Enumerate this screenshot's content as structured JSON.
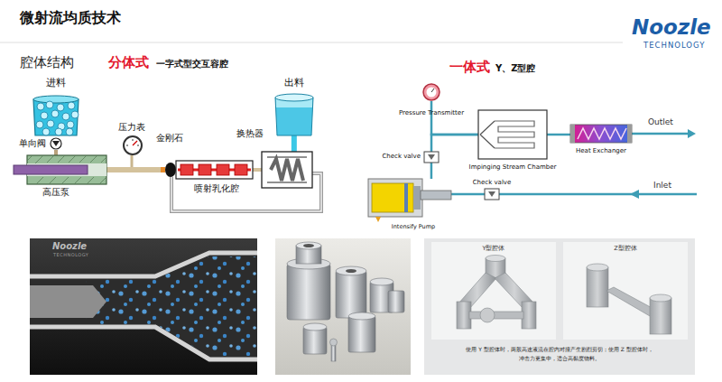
{
  "diagram": {
    "title": "微射流均质技术",
    "nodes": [
      {
        "text": [
          "进料"
        ]
      },
      {
        "text": [
          "单向阀"
        ]
      },
      {
        "text": [
          "压力表"
        ]
      },
      {
        "text": [
          "高压泵"
        ]
      },
      {
        "text": [
          "金刚石"
        ]
      },
      {
        "text": [
          "出料"
        ]
      },
      {
        "text": [
          "换热器"
        ]
      },
      {
        "text": [
          "喷射乳化腔"
        ]
      },
      {
        "text": [
          "Pressure Transmitter"
        ]
      },
      {
        "text": [
          "Impinging Stream Chamber"
        ]
      },
      {
        "text": [
          "Heat Exchanger"
        ]
      },
      {
        "text": [
          "Check valve"
        ]
      },
      {
        "text": [
          "Check valve"
        ]
      },
      {
        "text": [
          "Intensify Pump"
        ]
      }
    ],
    "edges": [
      {
        "from": 0,
        "to": 1,
        "arrow": "none"
      },
      {
        "from": 1,
        "to": 3,
        "arrow": "none"
      },
      {
        "from": 3,
        "to": 4,
        "arrow": "none"
      },
      {
        "from": 4,
        "to": 7,
        "arrow": "none"
      },
      {
        "from": 7,
        "to": 6,
        "arrow": "none"
      },
      {
        "from": 6,
        "to": 5,
        "arrow": "none"
      },
      {
        "from": 8,
        "to": 9,
        "arrow": "none"
      },
      {
        "from": 11,
        "to": 9,
        "arrow": "none"
      },
      {
        "from": 9,
        "to": 10,
        "arrow": "none"
      },
      {
        "from": 13,
        "to": 11,
        "arrow": "none"
      },
      {
        "from": 12,
        "to": 13,
        "arrow": "none"
      }
    ],
    "labels": [
      "Noozle",
      "TECHNOLOGY",
      "腔体结构",
      "分体式",
      "一字式型交互容腔",
      "一体式",
      "Y、Z型腔",
      "Outlet",
      "Inlet",
      "Noozle",
      "TECHNOLOGY",
      "Y型腔体",
      "Z型腔体",
      "使用 Y 型腔体时，两股高速液流在腔内对撞产生剧烈剪切；使用 Z 型腔体时，",
      "冲击力更集中，适合高黏度物料。"
    ]
  }
}
